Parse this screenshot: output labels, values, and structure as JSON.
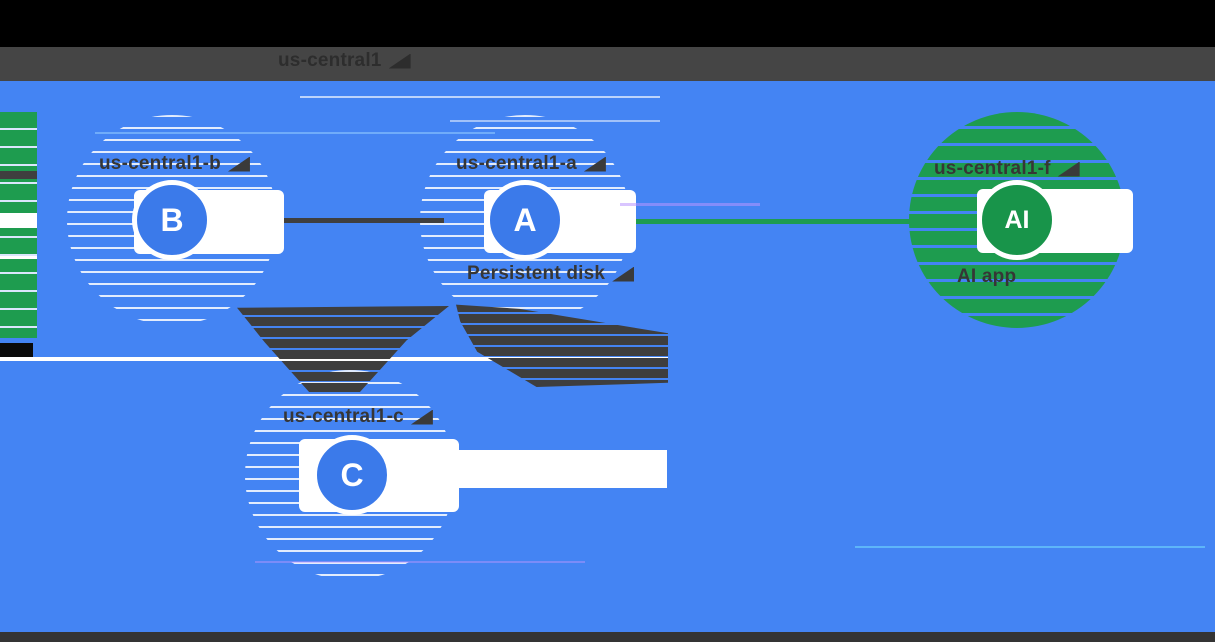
{
  "region": {
    "title": "us-central1"
  },
  "zones": {
    "b": {
      "name": "us-central1-b",
      "letter": "B"
    },
    "a": {
      "name": "us-central1-a",
      "letter": "A",
      "app_label": "Persistent disk"
    },
    "c": {
      "name": "us-central1-c",
      "letter": "C"
    },
    "f": {
      "name": "us-central1-f",
      "letter": "AI",
      "app_label": "AI app"
    }
  },
  "colors": {
    "background_blue": "#4484F3",
    "zone_green": "#1E9C4F",
    "node_blue": "#3B7AEA",
    "node_green": "#18944A",
    "header_bar": "#454545",
    "connector_dark": "#3F3F3F",
    "connector_green": "#1E9C4F",
    "label_text": "#363636"
  }
}
